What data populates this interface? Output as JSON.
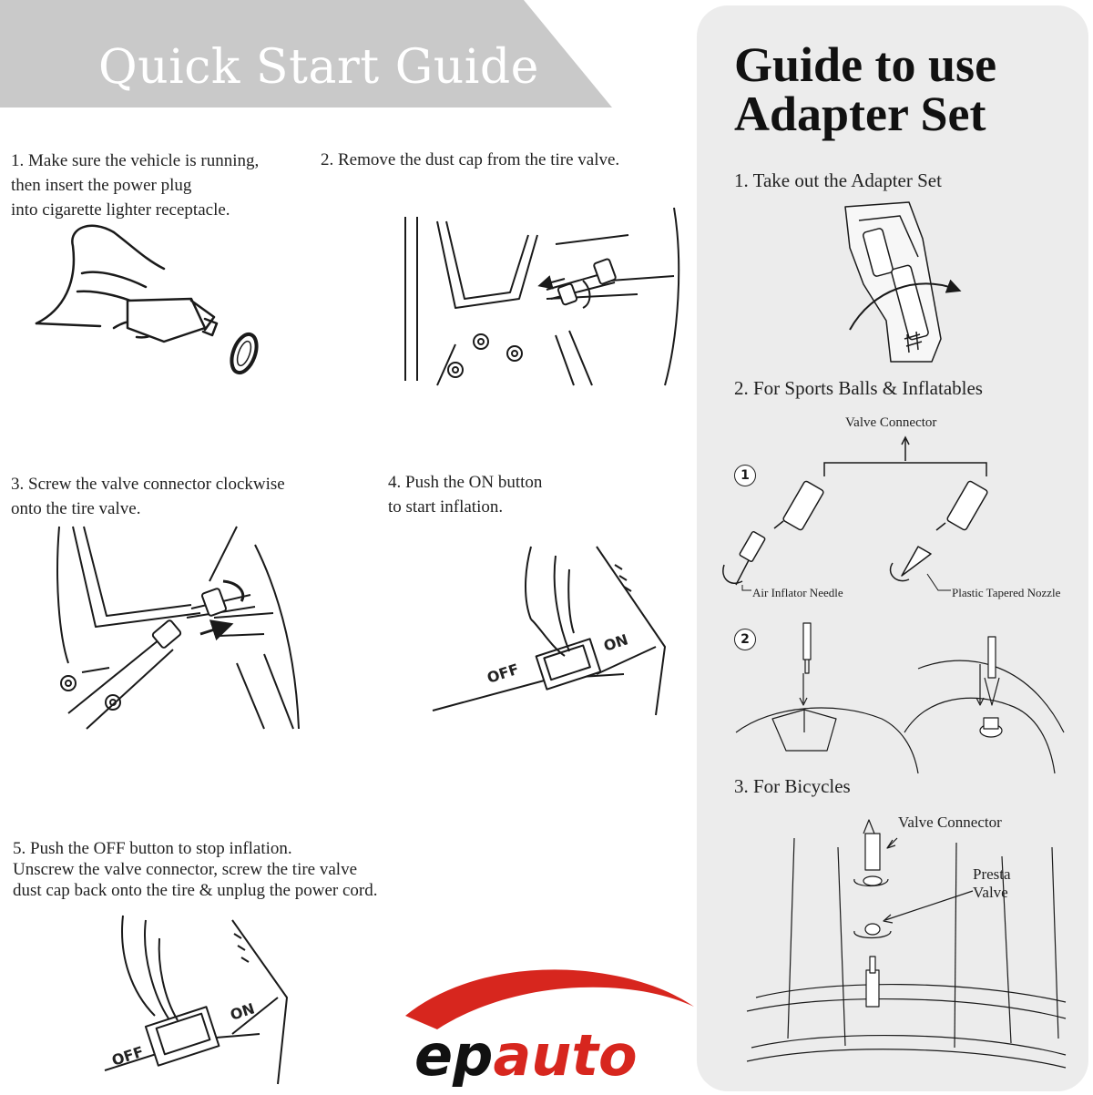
{
  "quick_start": {
    "title": "Quick Start Guide",
    "steps": [
      {
        "text": "1. Make sure the vehicle is running,\n   then insert the power plug\n   into cigarette lighter receptacle."
      },
      {
        "text": "2. Remove the dust cap from the tire valve."
      },
      {
        "text": "3. Screw the valve connector clockwise\n   onto the tire valve."
      },
      {
        "text": "4. Push the ON button\n   to start inflation."
      },
      {
        "text": "5. Push the OFF button to stop inflation.\n   Unscrew the valve connector, screw the tire valve\n   dust cap back onto the tire & unplug the power cord."
      }
    ],
    "switch_labels": {
      "off": "OFF",
      "on": "ON"
    }
  },
  "adapter_guide": {
    "title": "Guide to use Adapter Set",
    "steps": [
      {
        "text": "1. Take out the Adapter Set"
      },
      {
        "text": "2. For Sports Balls & Inflatables"
      },
      {
        "text": "3. For Bicycles"
      }
    ],
    "labels": {
      "valve_connector": "Valve Connector",
      "circle_1": "1",
      "circle_2": "2",
      "air_inflator_needle": "Air Inflator Needle",
      "plastic_tapered_nozzle": "Plastic Tapered Nozzle",
      "bicycle_valve_connector": "Valve Connector",
      "presta_valve": "Presta\nValve"
    }
  },
  "logo": {
    "text": "epauto",
    "colors": {
      "swoosh": "#d7261e",
      "ep": "#111111",
      "auto": "#d7261e"
    }
  },
  "colors": {
    "banner": "#c9c9c9",
    "panel": "#ececec"
  }
}
